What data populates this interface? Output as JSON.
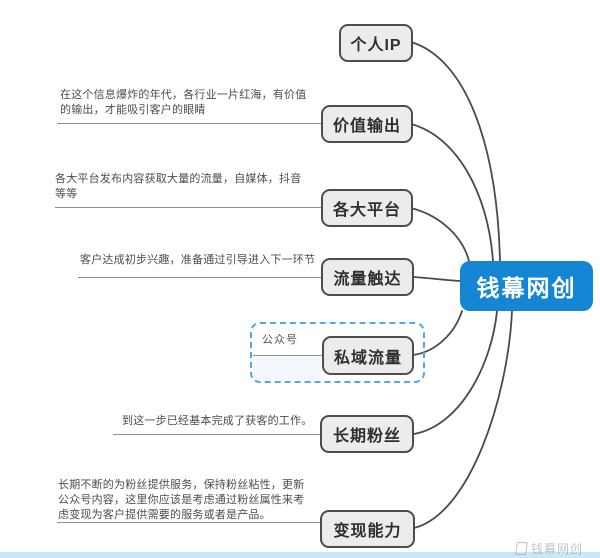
{
  "diagram": {
    "type": "mindmap",
    "central": {
      "label": "钱幕网创",
      "fill_color": "#1486d4",
      "text_color": "#ffffff"
    },
    "nodes": [
      {
        "id": "personal-ip",
        "label": "个人IP",
        "note": ""
      },
      {
        "id": "value-output",
        "label": "价值输出",
        "note": "在这个信息爆炸的年代，各行业一片红海，有价值的输出，才能吸引客户的眼睛"
      },
      {
        "id": "platforms",
        "label": "各大平台",
        "note": "各大平台发布内容获取大量的流量，自媒体，抖音等等"
      },
      {
        "id": "traffic-reach",
        "label": "流量触达",
        "note": "客户达成初步兴趣，准备通过引导进入下一环节"
      },
      {
        "id": "private-traffic",
        "label": "私域流量",
        "subtopic": "公众号",
        "selected": true
      },
      {
        "id": "longterm-fans",
        "label": "长期粉丝",
        "note": "到这一步已经基本完成了获客的工作。"
      },
      {
        "id": "monetization",
        "label": "变现能力",
        "note": "长期不断的为粉丝提供服务，保持粉丝粘性，更新公众号内容，这里你应该是考虑通过粉丝属性来考虑变现为客户提供需要的服务或者是产品。"
      }
    ],
    "colors": {
      "node_fill": "#ececec",
      "node_border": "#4d4d4d",
      "link_stroke": "#4a4a4a",
      "note_line": "#8f8f8f",
      "selection_dash": "#55a8e8",
      "bottom_strip": "#cbe6f6"
    }
  },
  "watermark": {
    "label": "钱幕网创"
  }
}
